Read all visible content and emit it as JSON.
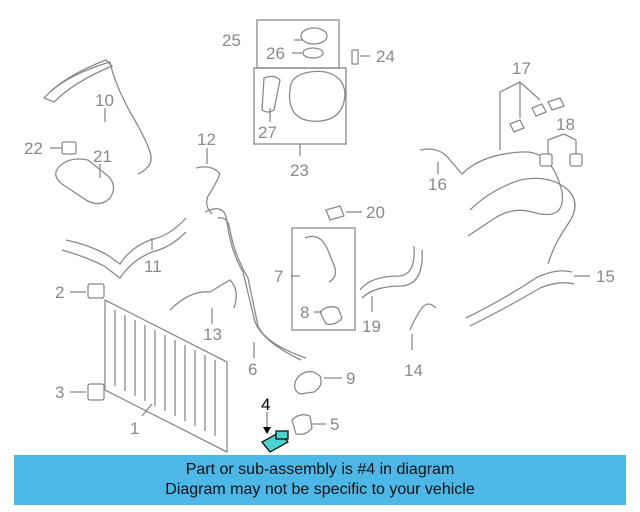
{
  "callouts": [
    "1",
    "2",
    "3",
    "4",
    "5",
    "6",
    "7",
    "8",
    "9",
    "10",
    "11",
    "12",
    "13",
    "14",
    "15",
    "16",
    "17",
    "18",
    "19",
    "20",
    "21",
    "22",
    "23",
    "24",
    "25",
    "26",
    "27"
  ],
  "highlight_part": "4",
  "banner": {
    "line1": "Part or sub-assembly is #4 in diagram",
    "line2": "Diagram may not be specific to your vehicle"
  },
  "colors": {
    "banner": "#4db8e8",
    "highlight_part": "#4fd0d0",
    "line_art": "#8a8a8a"
  }
}
